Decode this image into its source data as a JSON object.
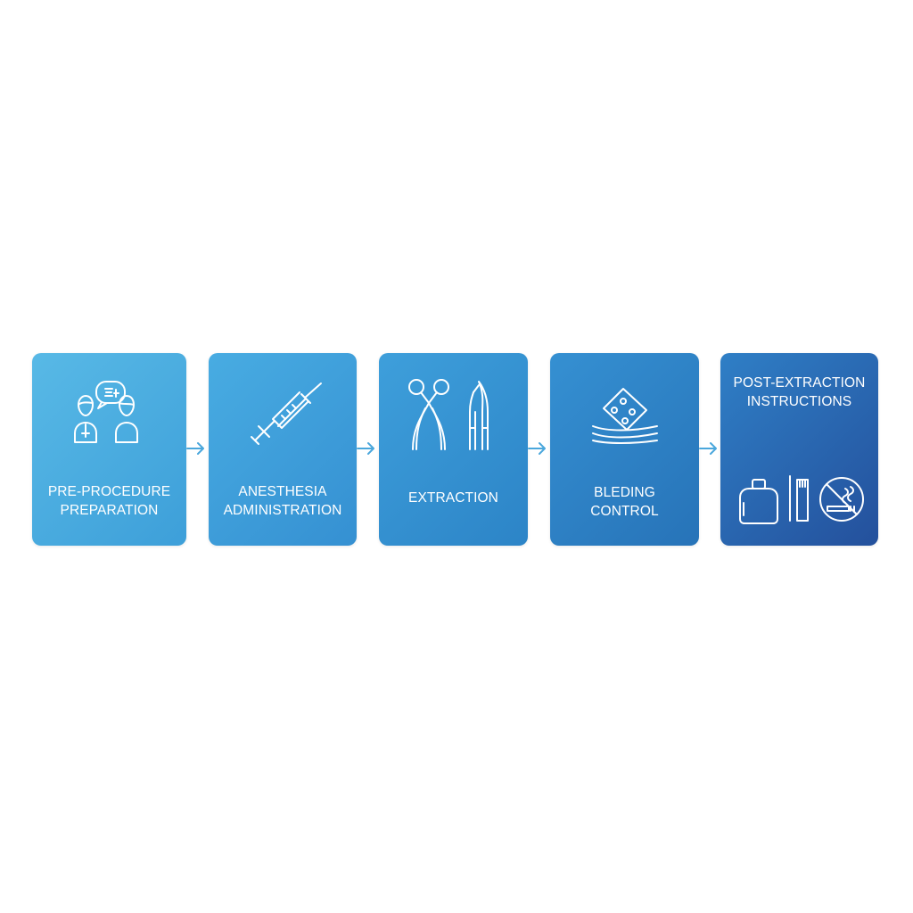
{
  "steps": [
    {
      "label": "PRE-PROCEDURE\nPREPARATION",
      "icon": "consultation-people-icon"
    },
    {
      "label": "ANESTHESIA\nADMINISTRATION",
      "icon": "syringe-icon"
    },
    {
      "label": "EXTRACTION",
      "icon": "forceps-and-elevator-icon"
    },
    {
      "label": "BLEDING\nCONTROL",
      "icon": "gauze-pad-icon"
    },
    {
      "label": "POST-EXTRACTION\nINSTRUCTIONS",
      "icons": [
        "ice-pack-icon",
        "toothbrush-icon",
        "no-smoking-icon"
      ]
    }
  ],
  "colors": {
    "step_1": "#4fb2e2",
    "step_2": "#3fa0dc",
    "step_3": "#3592d4",
    "step_4": "#2f80c6",
    "step_5": "#2960a9",
    "arrow": "#4aa7dc"
  }
}
